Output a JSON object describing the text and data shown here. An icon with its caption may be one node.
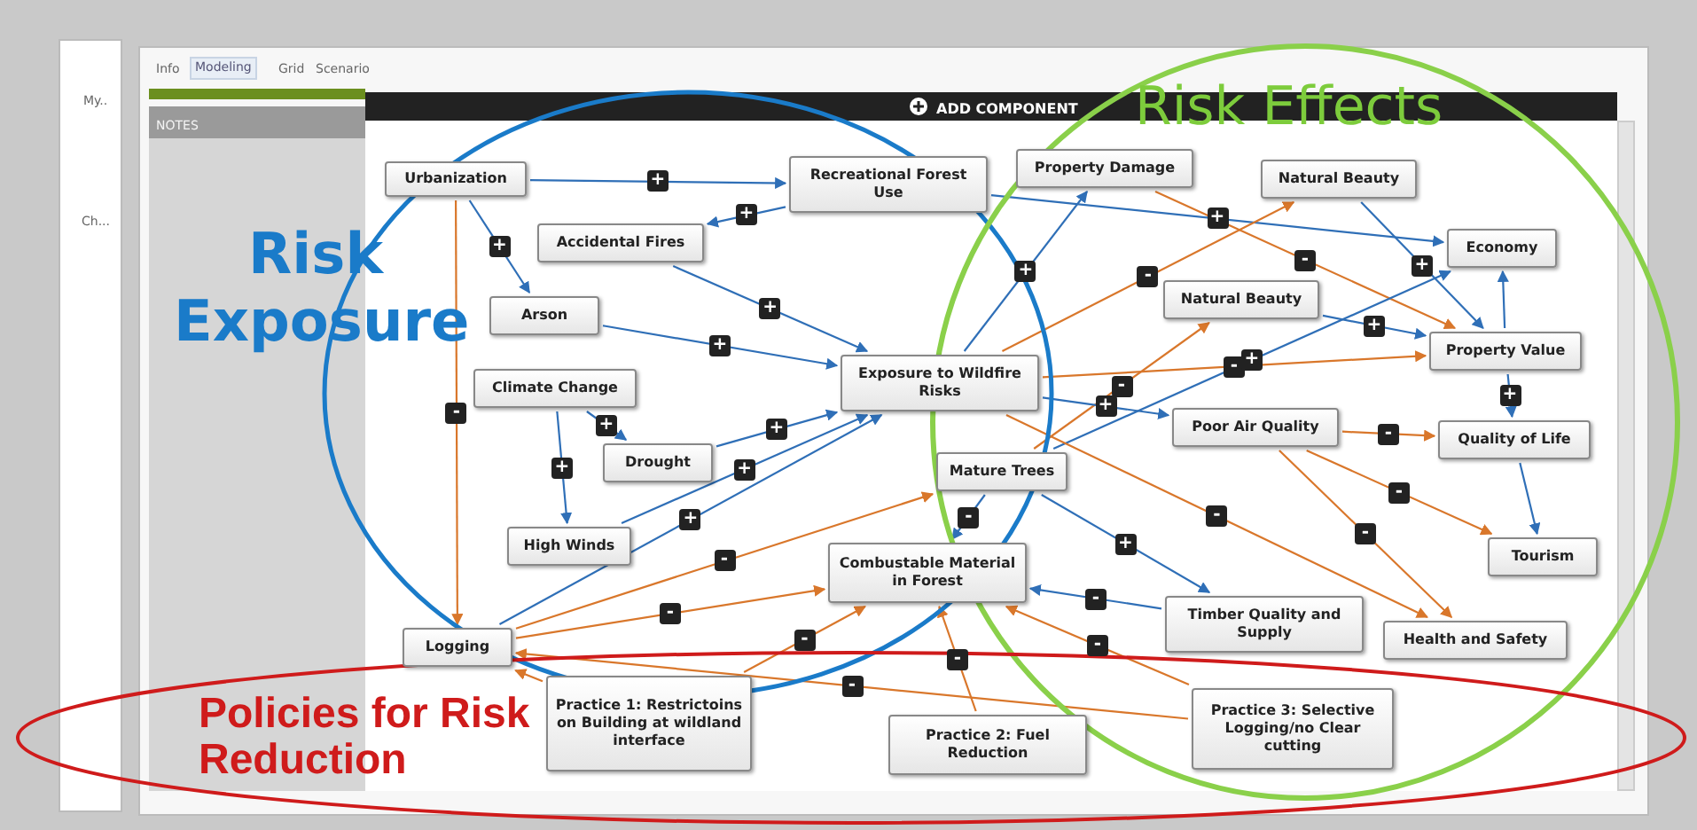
{
  "diagram": {
    "nodes": [
      {
        "text": [
          "Urbanization"
        ]
      },
      {
        "text": [
          "Recreational Forest Use"
        ]
      },
      {
        "text": [
          "Property Damage"
        ]
      },
      {
        "text": [
          "Natural Beauty"
        ]
      },
      {
        "text": [
          "Accidental Fires"
        ]
      },
      {
        "text": [
          "Economy"
        ]
      },
      {
        "text": [
          "Arson"
        ]
      },
      {
        "text": [
          "Natural Beauty"
        ]
      },
      {
        "text": [
          "Climate Change"
        ]
      },
      {
        "text": [
          "Exposure to Wildfire Risks"
        ]
      },
      {
        "text": [
          "Property Value"
        ]
      },
      {
        "text": [
          "Drought"
        ]
      },
      {
        "text": [
          "Poor Air Quality"
        ]
      },
      {
        "text": [
          "Quality of Life"
        ]
      },
      {
        "text": [
          "Mature Trees"
        ]
      },
      {
        "text": [
          "High Winds"
        ]
      },
      {
        "text": [
          "Tourism"
        ]
      },
      {
        "text": [
          "Combustable Material in Forest"
        ]
      },
      {
        "text": [
          "Timber Quality and Supply"
        ]
      },
      {
        "text": [
          "Health and Safety"
        ]
      },
      {
        "text": [
          "Logging"
        ]
      },
      {
        "text": [
          "Practice 1: Restrictoins on Building at wildland interface"
        ]
      },
      {
        "text": [
          "Practice 2: Fuel Reduction"
        ]
      },
      {
        "text": [
          "Practice 3: Selective Logging/no Clear cutting"
        ]
      }
    ],
    "edges": [
      {
        "from": 0,
        "to": 1,
        "arrow": "to",
        "label": "+"
      },
      {
        "from": 0,
        "to": 6,
        "arrow": "to",
        "label": "+"
      },
      {
        "from": 0,
        "to": 20,
        "arrow": "to",
        "label": "-",
        "color": "#d9772b"
      },
      {
        "from": 1,
        "to": 4,
        "arrow": "to",
        "label": "+"
      },
      {
        "from": 4,
        "to": 9,
        "arrow": "to",
        "label": "+"
      },
      {
        "from": 6,
        "to": 9,
        "arrow": "to",
        "label": "+"
      },
      {
        "from": 8,
        "to": 11,
        "arrow": "to",
        "label": "+"
      },
      {
        "from": 8,
        "to": 15,
        "arrow": "to",
        "label": "+"
      },
      {
        "from": 11,
        "to": 9,
        "arrow": "to",
        "label": "+"
      },
      {
        "from": 15,
        "to": 9,
        "arrow": "to",
        "label": "+"
      },
      {
        "from": 9,
        "to": 2,
        "arrow": "to",
        "label": "+"
      },
      {
        "from": 1,
        "to": 5,
        "arrow": "to",
        "label": "+"
      },
      {
        "from": 2,
        "to": 10,
        "arrow": "to",
        "label": "-",
        "color": "#d9772b"
      },
      {
        "from": 9,
        "to": 3,
        "arrow": "to",
        "label": "-",
        "color": "#d9772b"
      },
      {
        "from": 3,
        "to": 10,
        "arrow": "to",
        "label": "+"
      },
      {
        "from": 14,
        "to": 7,
        "arrow": "to",
        "label": "-",
        "color": "#d9772b"
      },
      {
        "from": 7,
        "to": 10,
        "arrow": "to",
        "label": "+"
      },
      {
        "from": 9,
        "to": 12,
        "arrow": "to",
        "label": "+"
      },
      {
        "from": 9,
        "to": 10,
        "arrow": "to",
        "label": "-",
        "color": "#d9772b"
      },
      {
        "from": 14,
        "to": 5,
        "arrow": "to",
        "label": "+"
      },
      {
        "from": 12,
        "to": 13,
        "arrow": "to",
        "label": "-",
        "color": "#d9772b"
      },
      {
        "from": 10,
        "to": 5,
        "arrow": "to"
      },
      {
        "from": 10,
        "to": 13,
        "arrow": "to",
        "label": "+"
      },
      {
        "from": 13,
        "to": 16,
        "arrow": "to"
      },
      {
        "from": 12,
        "to": 16,
        "arrow": "to",
        "label": "-",
        "color": "#d9772b"
      },
      {
        "from": 12,
        "to": 19,
        "arrow": "to",
        "label": "-",
        "color": "#d9772b"
      },
      {
        "from": 9,
        "to": 19,
        "arrow": "to",
        "label": "-",
        "color": "#d9772b"
      },
      {
        "from": 14,
        "to": 17,
        "arrow": "to",
        "label": "-"
      },
      {
        "from": 14,
        "to": 18,
        "arrow": "to",
        "label": "+"
      },
      {
        "from": 18,
        "to": 17,
        "arrow": "to",
        "label": "-"
      },
      {
        "from": 20,
        "to": 17,
        "arrow": "to",
        "label": "-",
        "color": "#d9772b"
      },
      {
        "from": 20,
        "to": 9,
        "arrow": "to",
        "label": "+"
      },
      {
        "from": 20,
        "to": 14,
        "arrow": "to",
        "label": "-",
        "color": "#d9772b"
      },
      {
        "from": 21,
        "to": 20,
        "arrow": "to",
        "color": "#d9772b"
      },
      {
        "from": 22,
        "to": 17,
        "arrow": "to",
        "label": "-",
        "color": "#d9772b"
      },
      {
        "from": 23,
        "to": 20,
        "arrow": "to",
        "label": "-",
        "color": "#d9772b"
      },
      {
        "from": 23,
        "to": 17,
        "arrow": "to",
        "label": "-",
        "color": "#d9772b"
      },
      {
        "from": 21,
        "to": 17,
        "arrow": "to",
        "label": "-",
        "color": "#d9772b"
      }
    ],
    "labels": [
      "Info",
      "Modeling",
      "Grid",
      "Scenario",
      "My..",
      "Ch...",
      "NOTES",
      "ADD COMPONENT",
      "Risk Exposure",
      "Risk Effects",
      "Policies for Risk Reduction"
    ]
  }
}
